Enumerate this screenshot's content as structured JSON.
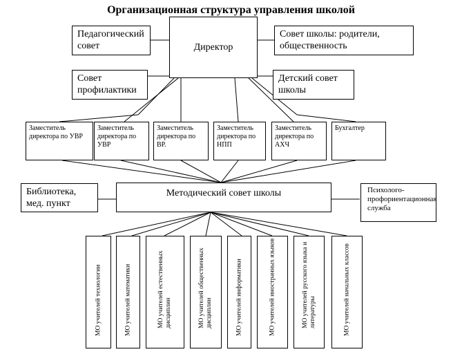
{
  "title": "Организационная структура управления школой",
  "top": {
    "director": "Директор",
    "ped_council": "Педагогический совет",
    "school_council": "Совет школы: родители, общественность",
    "prevention_council": "Совет профилактики",
    "children_council": "Детский совет школы"
  },
  "deputies": [
    "Заместитель директора по УВР",
    "Заместитель директора  по  УВР",
    "Заместитель директора по ВР.",
    "Заместитель директора по НПП",
    "Заместитель директора по АХЧ",
    "Бухгалтер"
  ],
  "middle": {
    "method_council": "Методический совет школы",
    "library": "Библиотека, мед. пункт",
    "psych": "Психолого-профориентационная служба"
  },
  "mo": [
    "МО учителей технологии",
    "МО учителей математики",
    "МО учителей естественных дисциплин",
    "МО учителей общественных дисциплин",
    "МО учителей информатики",
    "МО учителей иностранных языков",
    "МО учителей русского языка и литературы",
    "МО учителей начальных классов"
  ]
}
